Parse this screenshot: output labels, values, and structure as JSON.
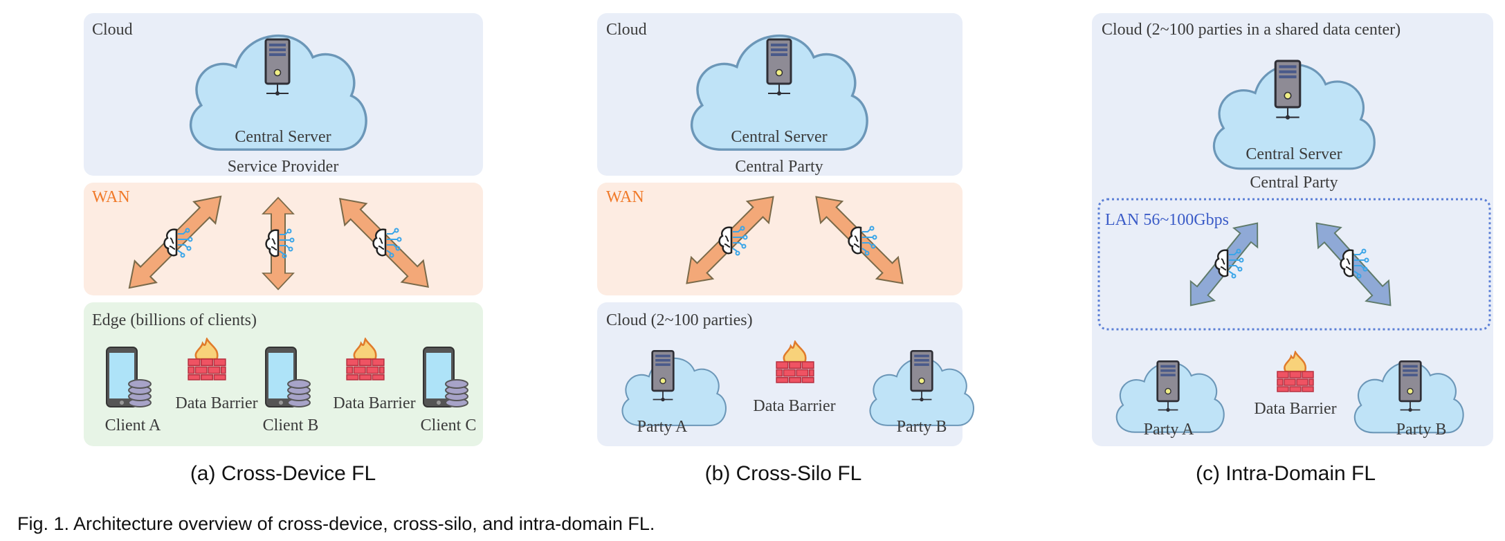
{
  "colors": {
    "cloud_region": "#e9eef8",
    "wan_region": "#fdece2",
    "edge_region": "#e7f4e6",
    "wan_label": "#f07a2a",
    "lan_label": "#3a5bc7",
    "wan_arrow": "#f3a878",
    "lan_arrow": "#8fa9d6",
    "cloud_icon": "#bfe3f7"
  },
  "panels": [
    {
      "top_label": "Cloud",
      "server_label": "Central Server",
      "provider_label": "Service Provider",
      "network_label": "WAN",
      "bottom_label": "Edge (billions of clients)",
      "barrier_label": "Data Barrier",
      "clients": [
        "Client A",
        "Client B",
        "Client C"
      ],
      "caption": "(a) Cross-Device FL"
    },
    {
      "top_label": "Cloud",
      "server_label": "Central Server",
      "provider_label": "Central Party",
      "network_label": "WAN",
      "bottom_label": "Cloud (2~100 parties)",
      "barrier_label": "Data Barrier",
      "clients": [
        "Party A",
        "Party B"
      ],
      "caption": "(b) Cross-Silo FL"
    },
    {
      "top_label": "Cloud (2~100 parties in a shared data center)",
      "server_label": "Central Server",
      "provider_label": "Central Party",
      "network_label": "LAN 56~100Gbps",
      "barrier_label": "Data Barrier",
      "clients": [
        "Party A",
        "Party B"
      ],
      "caption": "(c) Intra-Domain FL"
    }
  ],
  "figure_caption": "Fig. 1. Architecture overview of cross-device, cross-silo, and intra-domain FL."
}
